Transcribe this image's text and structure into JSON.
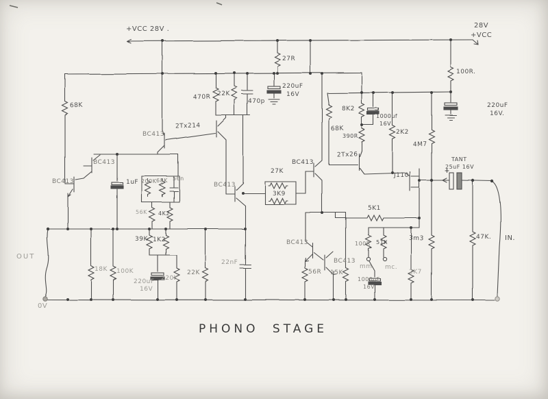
{
  "title": "PHONO STAGE",
  "power": {
    "vcc_left": "+VCC 28V .",
    "vcc_right_line1": "28V",
    "vcc_right_line2": "+VCC"
  },
  "terminals": {
    "out": "OUT",
    "zero_volt": "0V",
    "input": "IN."
  },
  "transistors": {
    "q1": "BC413",
    "q2": "BC413",
    "q3": "BC413",
    "q4": "BC413",
    "q5": "BC413",
    "q6": "2Tx26",
    "q_ztx": "2Tx214",
    "q7": "BC413",
    "q8": "BC413",
    "jfet": "J110"
  },
  "resistors": {
    "r27r": "27R",
    "r100r_top": "100R.",
    "r68k_input": "68K",
    "r470r": "470R",
    "r22k_top": "22K",
    "r200k": "200K",
    "r68k_box": "68K",
    "r56k": "56K",
    "r4k2": "4K2",
    "r39k": "39K",
    "r1k2": "1K2",
    "r18k": "18K",
    "r100k": "100K",
    "r220k": "220K",
    "r22k_bottom": "22K",
    "r27k": "27K",
    "r3k9": "3K9",
    "r8k2": "8K2",
    "r68k_mid": "68K",
    "r390r": "390R",
    "r2k2": "2K2",
    "r4m7": "4M7",
    "r5k1": "5K1",
    "r3m3": "3m3",
    "r47k": "47K.",
    "r2k7": "2K7",
    "r56r": "56R",
    "r15k": "15K",
    "r100r_sw": "100R",
    "r51k": "51K"
  },
  "capacitors": {
    "c220_right": "220uF",
    "c220_right_v": "16V.",
    "c220_mid": "220uF",
    "c220_mid_v": "16V",
    "c470p": "470p",
    "c1uf": "1uF",
    "c56n": "56n",
    "c22nf": "22nF",
    "c220_bottom": "220uF",
    "c220_bottom_v": "16V",
    "c1000_top": "1000uf",
    "c1000_top_v": "16V",
    "c1000_bottom": "1000uF",
    "c1000_bottom_v": "16V",
    "tant_line1": "TANT",
    "tant_line2": "25uF 16V"
  },
  "switch": {
    "mm": "mm",
    "mc": "mc."
  }
}
